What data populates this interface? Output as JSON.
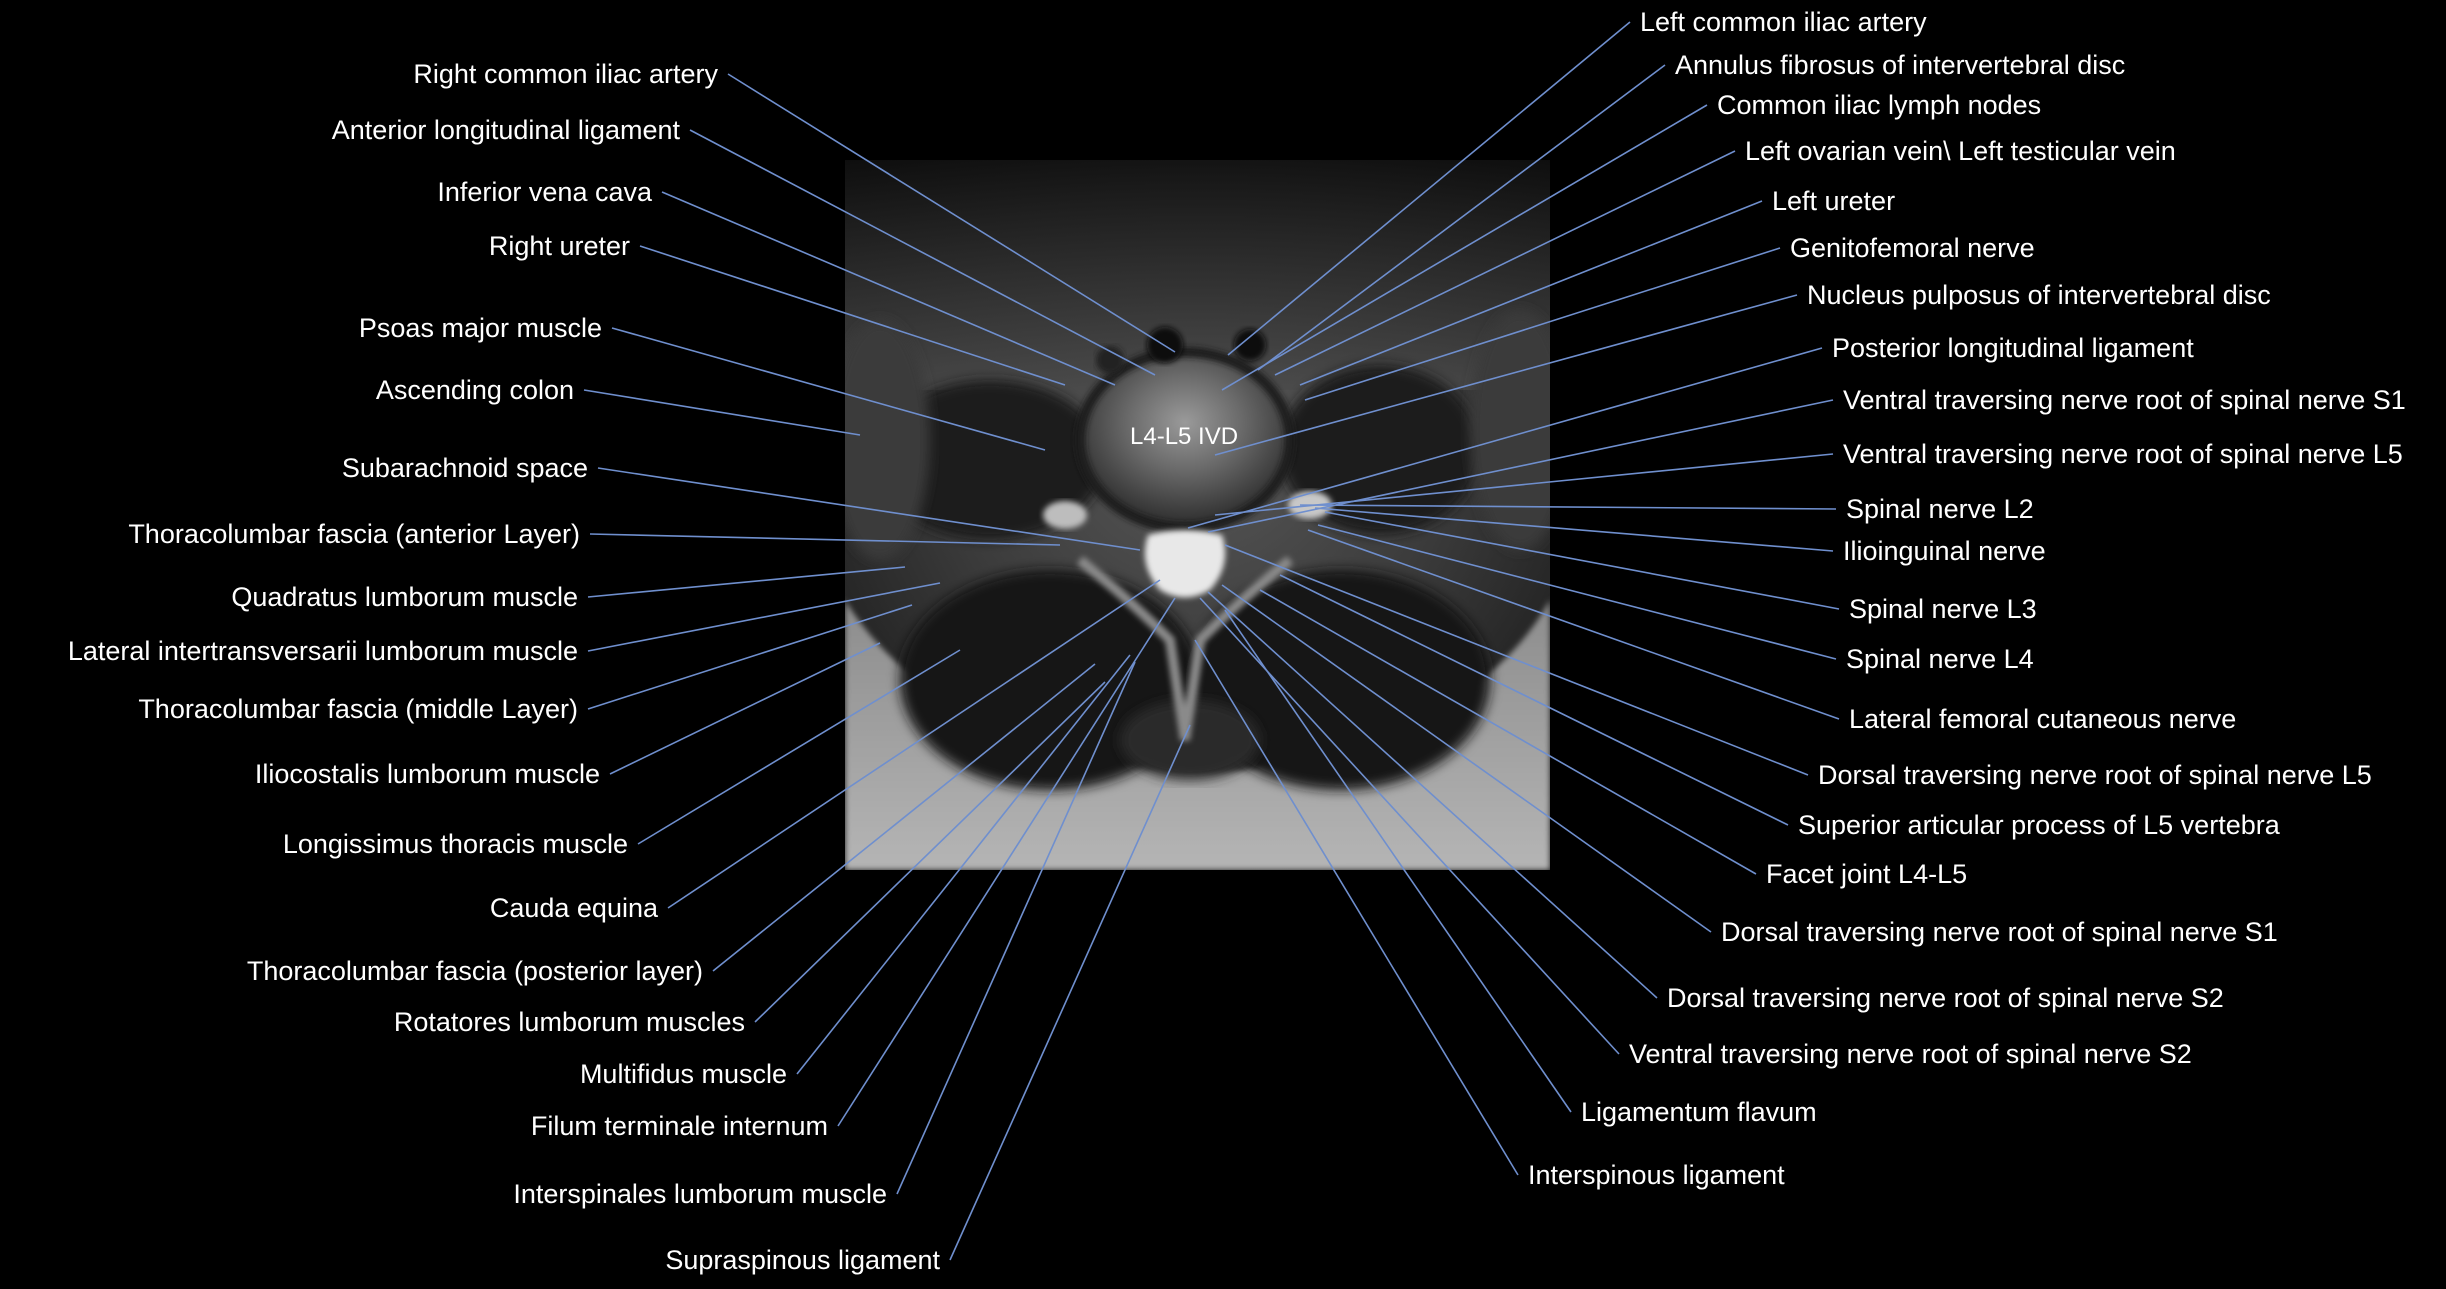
{
  "image_overlay_label": "L4-L5 IVD",
  "colors": {
    "background": "#000000",
    "label_text": "#ffffff",
    "leader_line": "#6f8fce"
  },
  "labels_left": [
    "Right common iliac artery",
    "Anterior longitudinal ligament",
    "Inferior vena cava",
    "Right ureter",
    "Psoas major muscle",
    "Ascending colon",
    "Subarachnoid space",
    "Thoracolumbar fascia (anterior Layer)",
    "Quadratus lumborum muscle",
    "Lateral intertransversarii lumborum muscle",
    "Thoracolumbar fascia (middle Layer)",
    "Iliocostalis lumborum muscle",
    "Longissimus thoracis muscle",
    "Cauda equina",
    "Thoracolumbar fascia (posterior layer)",
    "Rotatores lumborum muscles",
    "Multifidus muscle",
    "Filum terminale internum",
    "Interspinales lumborum muscle",
    "Supraspinous ligament"
  ],
  "labels_right": [
    "Left common iliac artery",
    "Annulus fibrosus of intervertebral disc",
    "Common iliac lymph nodes",
    "Left ovarian vein\\ Left testicular vein",
    "Left ureter",
    "Genitofemoral nerve",
    "Nucleus pulposus of intervertebral disc",
    "Posterior longitudinal ligament",
    "Ventral traversing nerve root of spinal nerve S1",
    "Ventral traversing nerve root of spinal nerve L5",
    "Spinal nerve L2",
    "Ilioinguinal nerve",
    "Spinal nerve L3",
    "Spinal nerve L4",
    "Lateral femoral cutaneous nerve",
    "Dorsal traversing nerve root of spinal nerve L5",
    "Superior articular process of L5 vertebra",
    "Facet joint L4-L5",
    "Dorsal traversing nerve root of spinal nerve S1",
    "Dorsal traversing nerve root of spinal nerve S2",
    "Ventral traversing nerve root of spinal nerve S2",
    "Ligamentum flavum",
    "Interspinous ligament"
  ]
}
